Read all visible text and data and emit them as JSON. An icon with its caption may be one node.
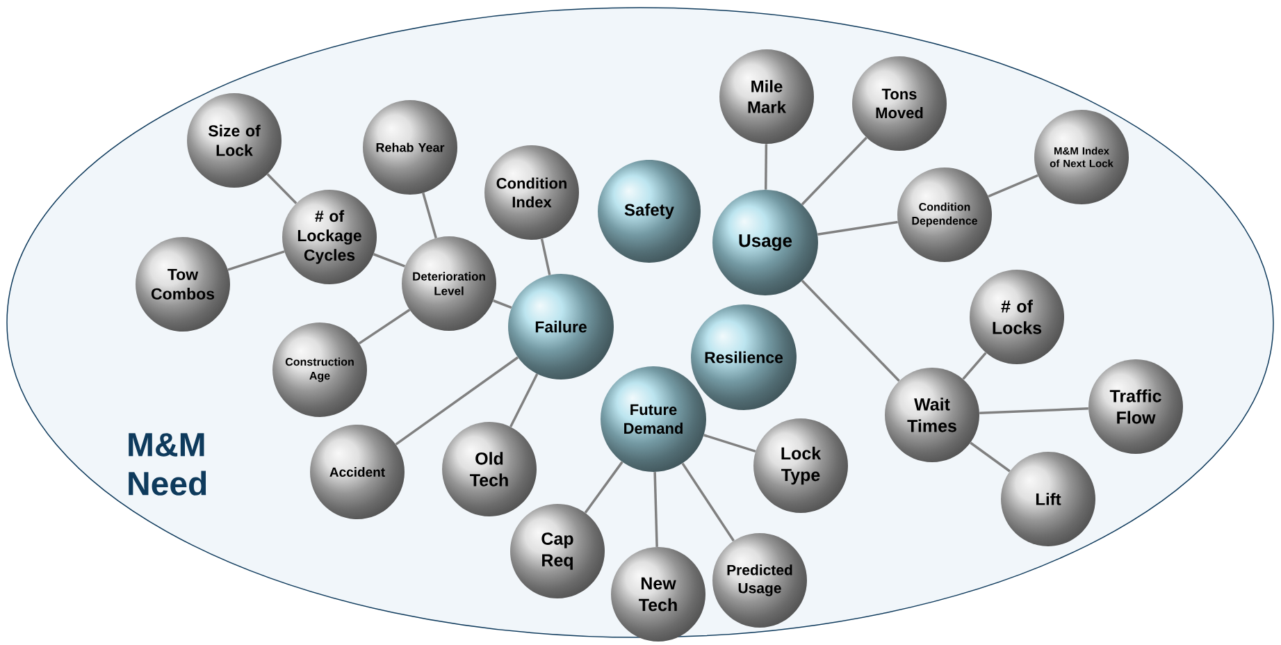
{
  "diagram": {
    "nodes": [
      {
        "text": [
          "M&M Need"
        ]
      },
      {
        "text": [
          "Size of Lock"
        ],
        "in": 0
      },
      {
        "text": [
          "Rehab Year"
        ],
        "in": 0
      },
      {
        "text": [
          "Condition Index"
        ],
        "in": 0
      },
      {
        "text": [
          "Safety"
        ],
        "in": 0
      },
      {
        "text": [
          "Mile Mark"
        ],
        "in": 0
      },
      {
        "text": [
          "Tons Moved"
        ],
        "in": 0
      },
      {
        "text": [
          "M&M Index of Next Lock"
        ],
        "in": 0
      },
      {
        "text": [
          "# of Lockage Cycles"
        ],
        "in": 0
      },
      {
        "text": [
          "Tow Combos"
        ],
        "in": 0
      },
      {
        "text": [
          "Deterioration Level"
        ],
        "in": 0
      },
      {
        "text": [
          "Usage"
        ],
        "in": 0
      },
      {
        "text": [
          "Condition Dependence"
        ],
        "in": 0
      },
      {
        "text": [
          "Failure"
        ],
        "in": 0
      },
      {
        "text": [
          "Construction Age"
        ],
        "in": 0
      },
      {
        "text": [
          "Resilience"
        ],
        "in": 0
      },
      {
        "text": [
          "# of Locks"
        ],
        "in": 0
      },
      {
        "text": [
          "Wait Times"
        ],
        "in": 0
      },
      {
        "text": [
          "Traffic Flow"
        ],
        "in": 0
      },
      {
        "text": [
          "Future Demand"
        ],
        "in": 0
      },
      {
        "text": [
          "Accident"
        ],
        "in": 0
      },
      {
        "text": [
          "Old Tech"
        ],
        "in": 0
      },
      {
        "text": [
          "Lock Type"
        ],
        "in": 0
      },
      {
        "text": [
          "Lift"
        ],
        "in": 0
      },
      {
        "text": [
          "Cap Req"
        ],
        "in": 0
      },
      {
        "text": [
          "New Tech"
        ],
        "in": 0
      },
      {
        "text": [
          "Predicted Usage"
        ],
        "in": 0
      }
    ],
    "edges": [
      {
        "from": 8,
        "to": 1,
        "arrow": "none"
      },
      {
        "from": 8,
        "to": 9,
        "arrow": "none"
      },
      {
        "from": 10,
        "to": 8,
        "arrow": "none"
      },
      {
        "from": 10,
        "to": 2,
        "arrow": "none"
      },
      {
        "from": 10,
        "to": 14,
        "arrow": "none"
      },
      {
        "from": 13,
        "to": 10,
        "arrow": "none"
      },
      {
        "from": 13,
        "to": 3,
        "arrow": "none"
      },
      {
        "from": 13,
        "to": 20,
        "arrow": "none"
      },
      {
        "from": 13,
        "to": 21,
        "arrow": "none"
      },
      {
        "from": 11,
        "to": 5,
        "arrow": "none"
      },
      {
        "from": 11,
        "to": 6,
        "arrow": "none"
      },
      {
        "from": 11,
        "to": 12,
        "arrow": "none"
      },
      {
        "from": 12,
        "to": 7,
        "arrow": "none"
      },
      {
        "from": 11,
        "to": 17,
        "arrow": "none"
      },
      {
        "from": 17,
        "to": 16,
        "arrow": "none"
      },
      {
        "from": 17,
        "to": 18,
        "arrow": "none"
      },
      {
        "from": 17,
        "to": 23,
        "arrow": "none"
      },
      {
        "from": 19,
        "to": 22,
        "arrow": "none"
      },
      {
        "from": 19,
        "to": 24,
        "arrow": "none"
      },
      {
        "from": 19,
        "to": 25,
        "arrow": "none"
      },
      {
        "from": 19,
        "to": 26,
        "arrow": "none"
      }
    ]
  }
}
